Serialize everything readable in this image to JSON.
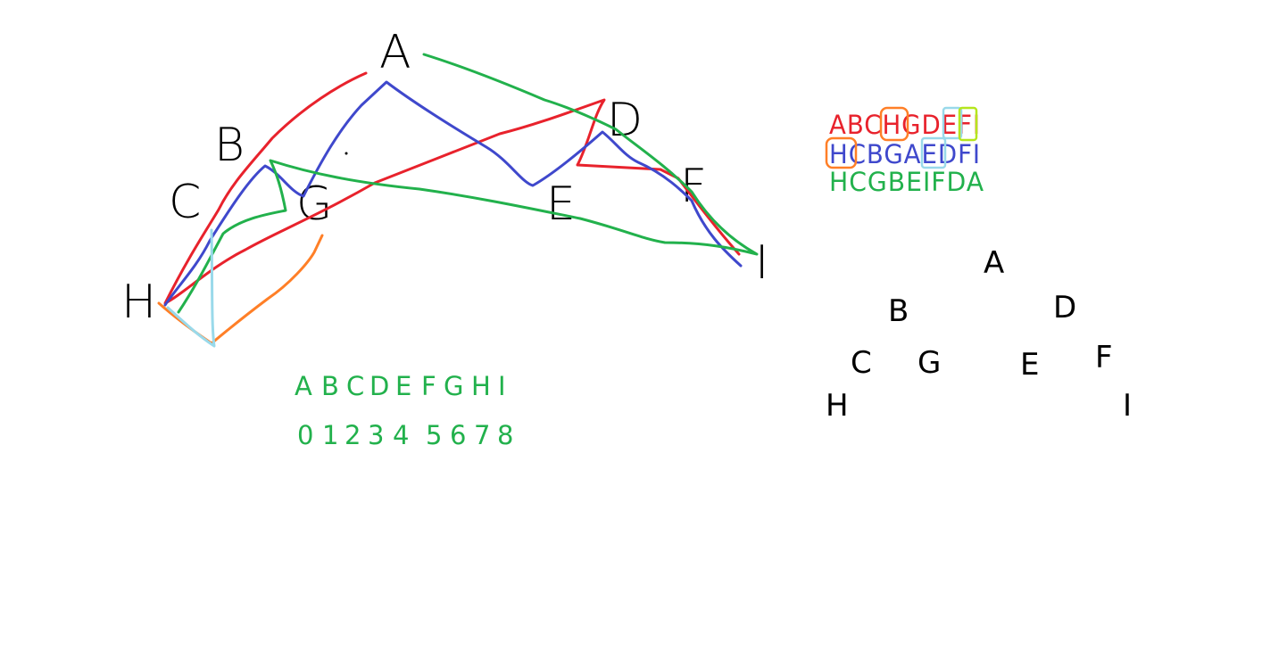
{
  "colors": {
    "red": "#e8222c",
    "blue": "#3f48cc",
    "green": "#22b14c",
    "orange": "#ff7f27",
    "lightblue": "#99d9ea",
    "lime": "#b5e61d",
    "black": "#000000"
  },
  "graph": {
    "node_labels": {
      "A": "A",
      "B": "B",
      "C": "C",
      "D": "D",
      "E": "E",
      "F": "F",
      "G": "G",
      "H": "H",
      "I": "I"
    },
    "index_row_letters": [
      "A",
      "B",
      "C",
      "D",
      "E",
      "F",
      "G",
      "H",
      "I"
    ],
    "index_row_numbers": [
      "0",
      "1",
      "2",
      "3",
      "4",
      "5",
      "6",
      "7",
      "8"
    ]
  },
  "orderings": {
    "red": "ABCHGDEFI",
    "blue": "HCBGAEDFI",
    "green": "HCGBEIFDA"
  },
  "tree": {
    "A": "A",
    "B": "B",
    "D": "D",
    "C": "C",
    "G": "G",
    "E": "E",
    "F": "F",
    "H": "H",
    "I": "I"
  }
}
